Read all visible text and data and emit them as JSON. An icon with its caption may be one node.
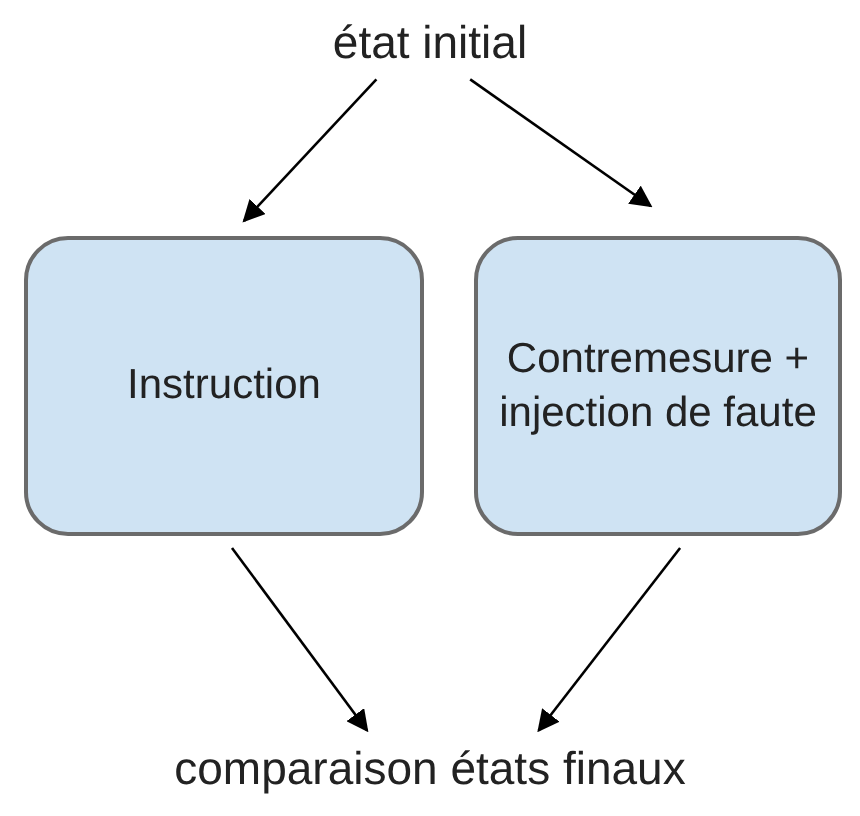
{
  "diagram": {
    "nodes": [
      {
        "text": [
          "état initial"
        ]
      },
      {
        "text": [
          "Instruction"
        ]
      },
      {
        "text": [
          "Contremesure + injection de faute"
        ]
      },
      {
        "text": [
          "comparaison états finaux"
        ]
      }
    ],
    "edges": [
      {
        "from": 0,
        "to": 1,
        "arrow": "to"
      },
      {
        "from": 0,
        "to": 2,
        "arrow": "to"
      },
      {
        "from": 1,
        "to": 3,
        "arrow": "to"
      },
      {
        "from": 2,
        "to": 3,
        "arrow": "to"
      }
    ]
  }
}
